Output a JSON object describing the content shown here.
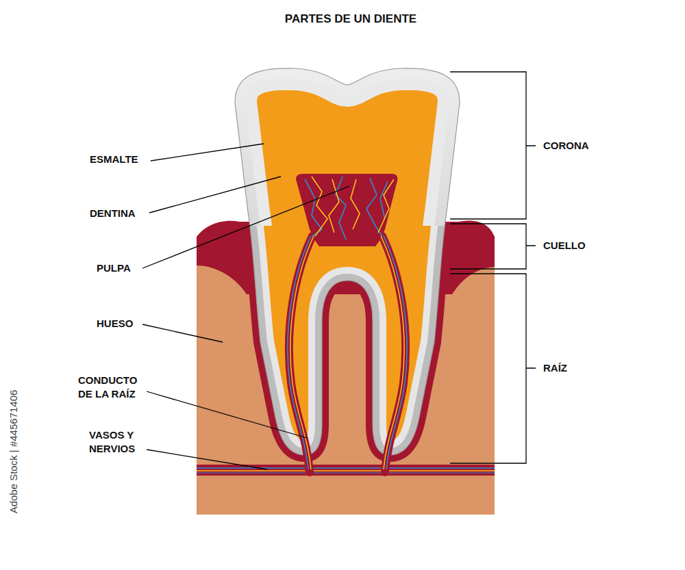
{
  "diagram": {
    "title": "PARTES DE UN DIENTE",
    "labels": [
      "ESMALTE",
      "DENTINA",
      "PULPA",
      "HUESO",
      "CONDUCTO DE LA RAÍZ",
      "VASOS Y NERVIOS",
      "CORONA",
      "CUELLO",
      "RAÍZ",
      "Adobe Stock | #445671406"
    ]
  }
}
